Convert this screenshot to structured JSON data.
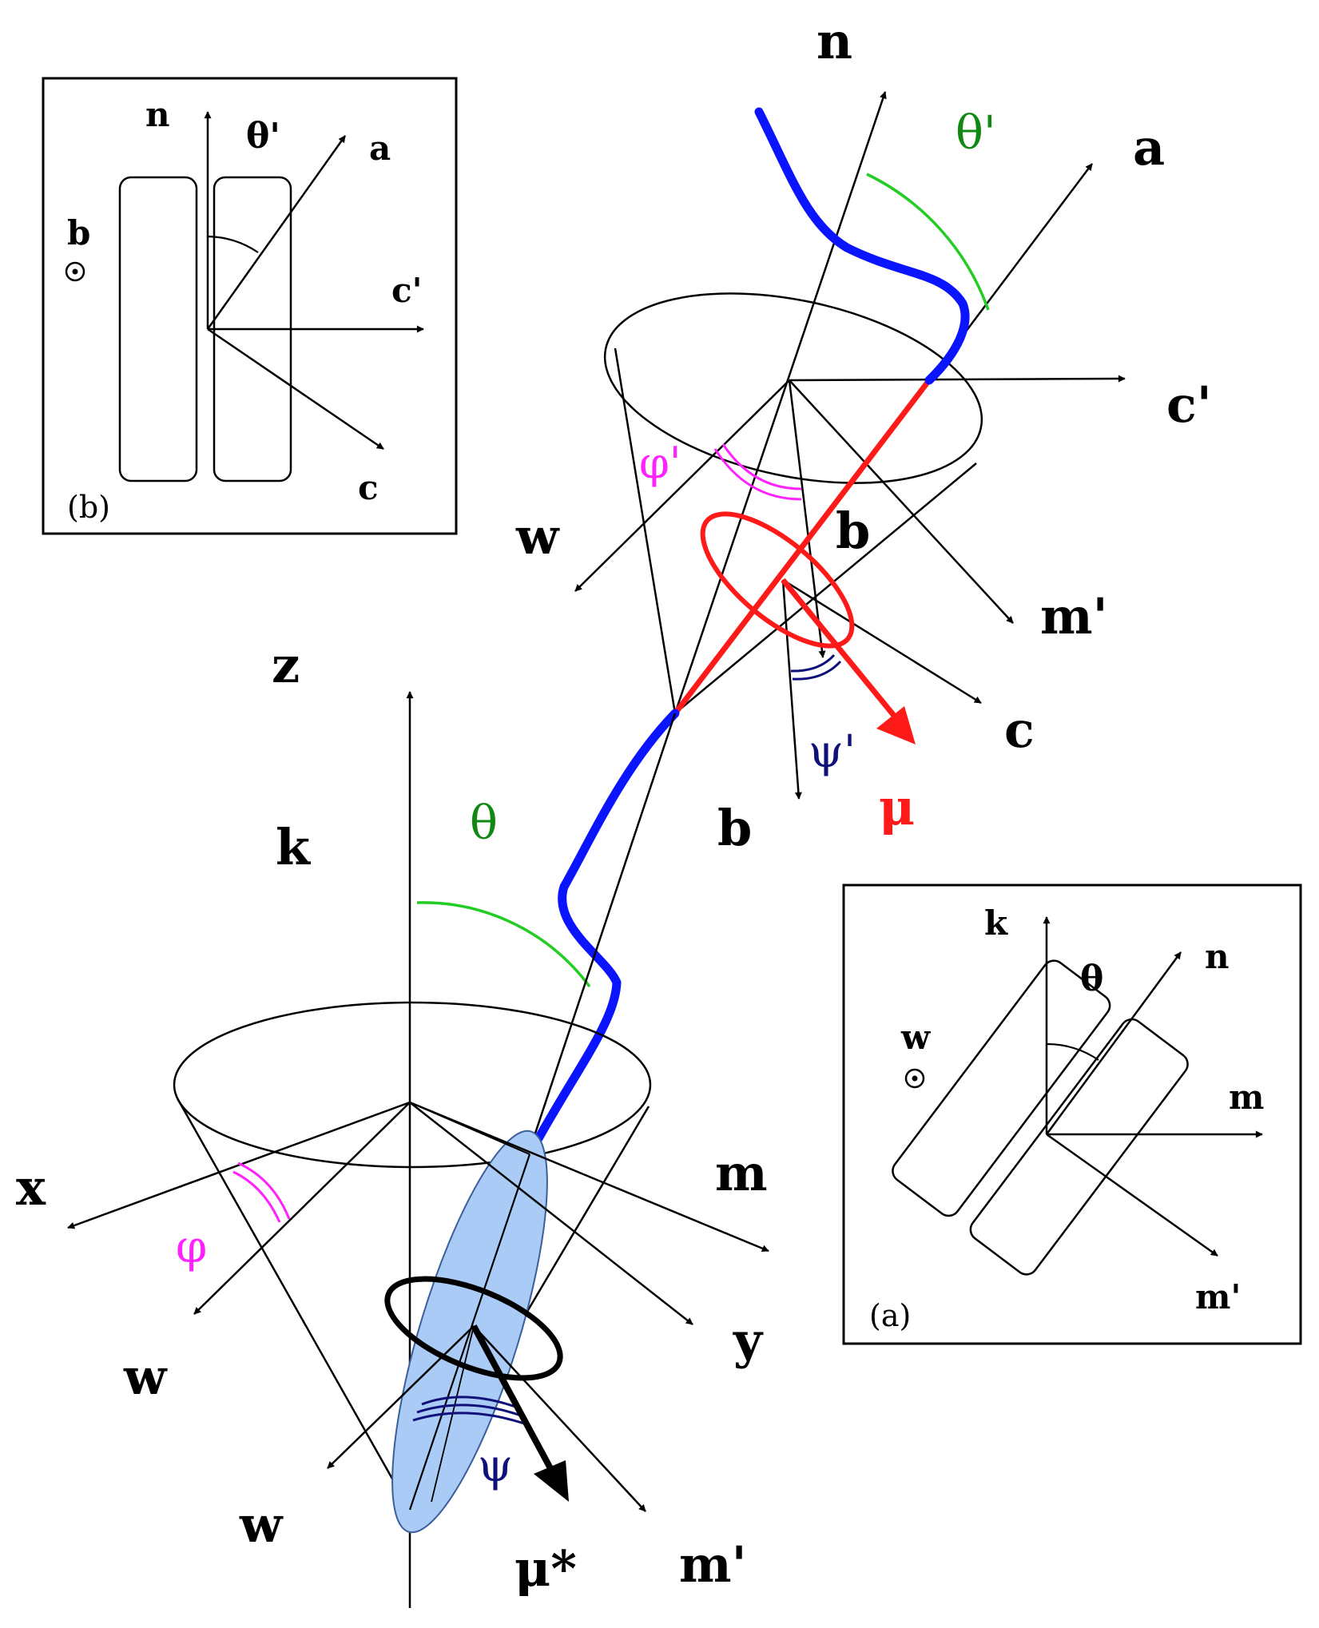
{
  "colors": {
    "line": "#000000",
    "chain": "#0a14ff",
    "dipole": "#ff1a1a",
    "theta_arc": "#22cc22",
    "theta_text": "#118811",
    "phi": "#ff22ff",
    "psi": "#10107a",
    "ellipsoid_fill": "#a9cbf5",
    "ellipsoid_stroke": "#3a5f9a"
  },
  "main": {
    "upper": {
      "n": "n",
      "a": "a",
      "c_prime": "c'",
      "w": "w",
      "b": "b",
      "m_prime": "m'",
      "c": "c",
      "mu": "μ",
      "theta_prime": "θ'",
      "phi_prime": "φ'",
      "psi_prime": "ψ'"
    },
    "lower": {
      "z": "z",
      "k": "k",
      "theta": "θ",
      "b": "b",
      "x": "x",
      "m": "m",
      "phi": "φ",
      "w_upper": "w",
      "y": "y",
      "w_lower": "w",
      "psi": "ψ",
      "mu_star": "μ*",
      "m_prime": "m'"
    }
  },
  "inset_b": {
    "tag": "(b)",
    "n": "n",
    "theta_prime": "θ'",
    "a": "a",
    "b": "b",
    "c_prime": "c'",
    "c": "c"
  },
  "inset_a": {
    "tag": "(a)",
    "k": "k",
    "theta": "θ",
    "n": "n",
    "w": "w",
    "m": "m",
    "m_prime": "m'"
  }
}
